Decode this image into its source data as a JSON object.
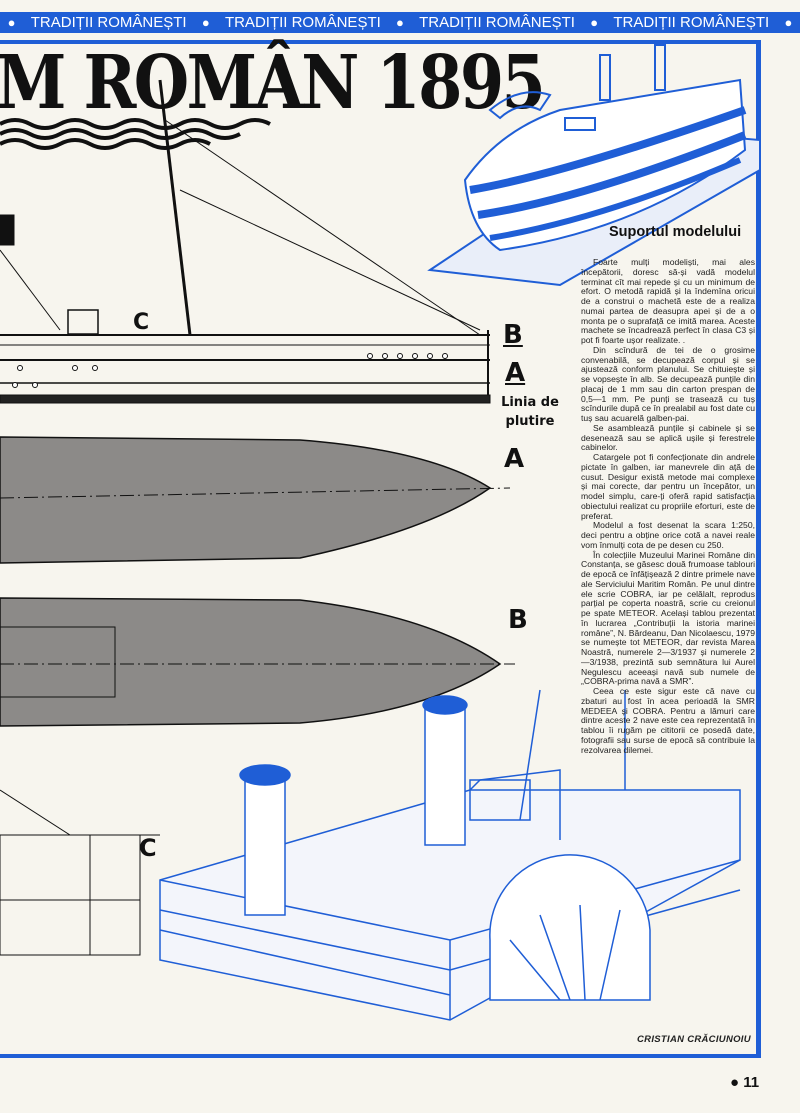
{
  "header": {
    "section": "TRADIȚII ROMÂNEȘTI",
    "repeat": 4
  },
  "title": "M ROMÂN 1895",
  "drawing_labels": {
    "C_side": "C",
    "B_side": "B",
    "A_side": "A",
    "waterline": "Linia de plutire",
    "A_plan": "A",
    "B_plan": "B",
    "C_iso": "C"
  },
  "article": {
    "heading": "Suportul modelului",
    "paragraphs": [
      "Foarte mulți modeliști, mai ales începătorii, doresc să-și vadă modelul terminat cît mai repede și cu un minimum de efort. O metodă rapidă și la îndemîna oricui de a construi o machetă este de a realiza numai partea de deasupra apei și de a o monta pe o suprafață ce imită marea. Aceste machete se încadrează perfect în clasa C3 și pot fi foarte ușor realizate. .",
      "Din scîndură de tei de o grosime convenabilă, se decupează corpul și se ajustează conform planului. Se chituiește și se vopsește în alb. Se decupează punțile din placaj de 1 mm sau din carton prespan de 0,5—1 mm. Pe punți se trasează cu tuș scîndurile după ce în prealabil au fost date cu tuș sau acuarelă galben-pai.",
      "Se asamblează punțile și cabinele și se desenează sau se aplică ușile și ferestrele cabinelor.",
      "Catargele pot fi confecționate din andrele pictate în galben, iar manevrele din ață de cusut. Desigur există metode mai complexe și mai corecte, dar pentru un începător, un model simplu, care-ți oferă rapid satisfacția obiectului realizat cu propriile eforturi, este de preferat.",
      "Modelul a fost desenat la scara 1:250, deci pentru a obține orice cotă a navei reale vom înmulți cota de pe desen cu 250.",
      "În colecțiile Muzeului Marinei Române din Constanța, se găsesc două frumoase tablouri de epocă ce înfățișează 2 dintre primele nave ale Serviciului Maritim Român. Pe unul dintre ele scrie COBRA, iar pe celălalt, reprodus parțial pe coperta noastră, scrie cu creionul pe spate METEOR. Același tablou prezentat în lucrarea „Contribuții la istoria marinei române”, N. Bărdeanu, Dan Nicolaescu, 1979 se numește tot METEOR, dar revista Marea Noastră, numerele 2—3/1937 și numerele 2—3/1938, prezintă sub semnătura lui Aurel Negulescu aceeași navă sub numele de „COBRA-prima navă a SMR”.",
      "Ceea ce este sigur este că nave cu zbaturi au fost în acea perioadă la SMR MEDEEA și COBRA. Pentru a lămuri care dintre aceste 2 nave este cea reprezentată în tablou îi rugăm pe cititorii ce posedă date, fotografii sau surse de epocă să contribuie la rezolvarea dilemei."
    ]
  },
  "author": "CRISTIAN CRĂCIUNOIU",
  "page_number": "11",
  "colors": {
    "accent_blue": "#1f5ed6",
    "paper": "#f7f5ee",
    "hull_gray": "#8c8a88",
    "ink": "#111111"
  }
}
